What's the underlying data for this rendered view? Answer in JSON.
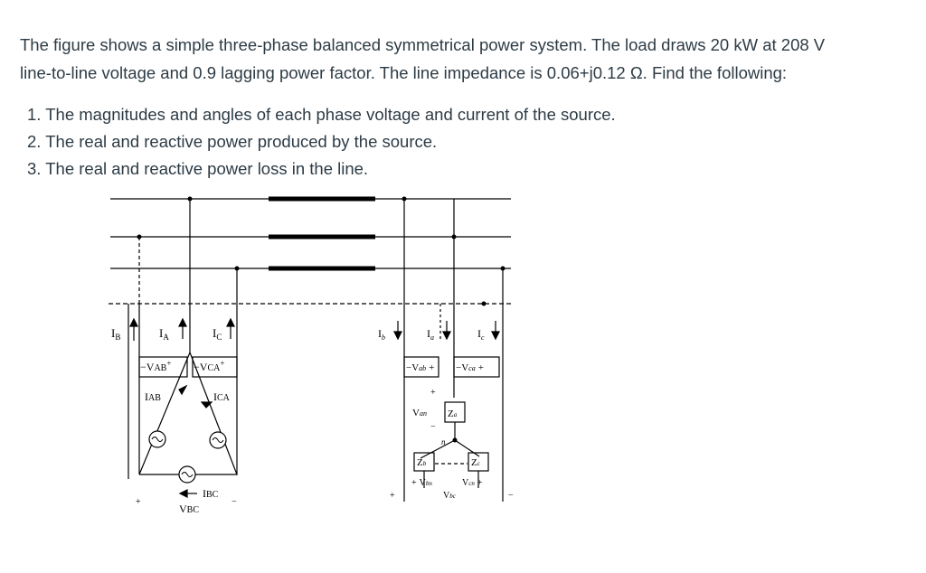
{
  "problem": {
    "line1": "The figure shows a simple three-phase balanced symmetrical power system. The load draws 20 kW at 208 V",
    "line2": "line-to-line voltage and 0.9 lagging power factor. The line impedance is 0.06+j0.12 Ω. Find the following:",
    "questions": [
      "1. The magnitudes and angles of each phase voltage and current of the source.",
      "2. The real and reactive power produced by the source.",
      "3. The real and reactive power loss in the line."
    ]
  },
  "figure": {
    "source": {
      "line_currents": {
        "b": "I",
        "b_sub": "B",
        "a": "I",
        "a_sub": "A",
        "c": "I",
        "c_sub": "C"
      },
      "voltage_ab": "V",
      "voltage_ab_sub": "AB",
      "voltage_ca": "V",
      "voltage_ca_sub": "CA",
      "current_ab": "I",
      "current_ab_sub": "AB",
      "current_ca": "I",
      "current_ca_sub": "CA",
      "current_bc": "I",
      "current_bc_sub": "BC",
      "voltage_bc": "V",
      "voltage_bc_sub": "BC",
      "plus": "+",
      "minus": "−"
    },
    "load": {
      "current_b": "I",
      "current_b_sub": "b",
      "current_a": "I",
      "current_a_sub": "a",
      "current_c": "I",
      "current_c_sub": "c",
      "voltage_ab": "V",
      "voltage_ab_sub": "ab",
      "voltage_ca": "V",
      "voltage_ca_sub": "ca",
      "voltage_an": "V",
      "voltage_an_sub": "an",
      "impedance_a": "Z",
      "impedance_a_sub": "a",
      "impedance_b": "Z",
      "impedance_b_sub": "b",
      "impedance_c": "Z",
      "impedance_c_sub": "c",
      "neutral": "n",
      "voltage_bn": "V",
      "voltage_bn_sub": "bn",
      "voltage_cn": "V",
      "voltage_cn_sub": "cn",
      "voltage_bc": "V",
      "voltage_bc_sub": "bc",
      "plus": "+",
      "minus": "−"
    }
  }
}
